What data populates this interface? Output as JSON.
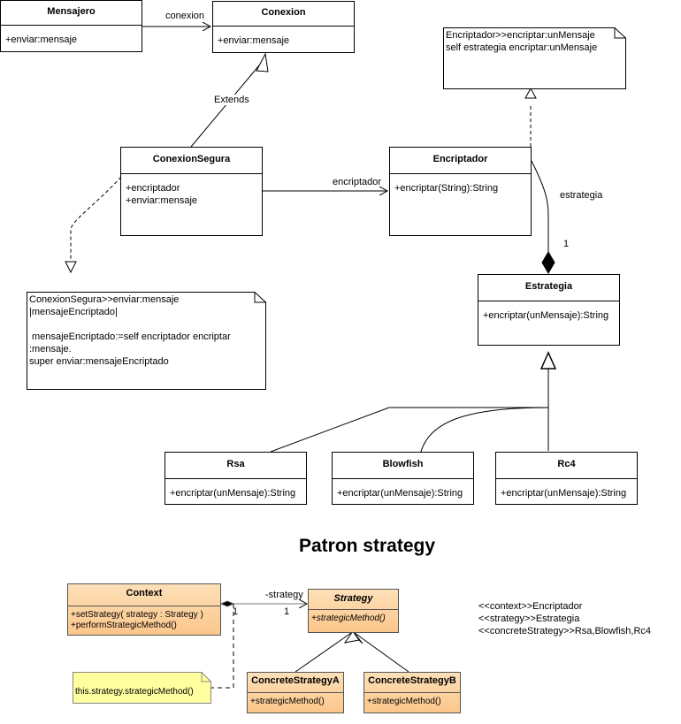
{
  "top_diagram": {
    "classes": {
      "mensajero": {
        "name": "Mensajero",
        "members": "+enviar:mensaje"
      },
      "conexion": {
        "name": "Conexion",
        "members": "+enviar:mensaje"
      },
      "conexion_segura": {
        "name": "ConexionSegura",
        "members": "+encriptador\n+enviar:mensaje"
      },
      "encriptador": {
        "name": "Encriptador",
        "members": "+encriptar(String):String"
      },
      "estrategia": {
        "name": "Estrategia",
        "members": "+encriptar(unMensaje):String"
      },
      "rsa": {
        "name": "Rsa",
        "members": "+encriptar(unMensaje):String"
      },
      "blowfish": {
        "name": "Blowfish",
        "members": "+encriptar(unMensaje):String"
      },
      "rc4": {
        "name": "Rc4",
        "members": "+encriptar(unMensaje):String"
      }
    },
    "notes": {
      "encriptador_note": "Encriptador>>encriptar:unMensaje\nself estrategia encriptar:unMensaje",
      "conexion_segura_note": "ConexionSegura>>enviar:mensaje\n|mensajeEncriptado|\n\n mensajeEncriptado:=self encriptador encriptar\n:mensaje.\nsuper enviar:mensajeEncriptado"
    },
    "labels": {
      "conexion": "conexion",
      "extends": "Extends",
      "encriptador": "encriptador",
      "estrategia": "estrategia",
      "multiplicity": "1"
    }
  },
  "title": "Patron strategy",
  "bottom_diagram": {
    "context": {
      "name": "Context",
      "members": "+setStrategy( strategy : Strategy )\n+performStrategicMethod()"
    },
    "strategy": {
      "name": "Strategy",
      "members": "+strategicMethod()"
    },
    "concrete_a": {
      "name": "ConcreteStrategyA",
      "members": "+strategicMethod()"
    },
    "concrete_b": {
      "name": "ConcreteStrategyB",
      "members": "+strategicMethod()"
    },
    "note": "this.strategy.strategicMethod()",
    "labels": {
      "role": "-strategy",
      "mult_left": "1",
      "mult_right": "1"
    }
  },
  "mapping": [
    "<<context>>Encriptador",
    "<<strategy>>Estrategia",
    "<<concreteStrategy>>Rsa,Blowfish,Rc4"
  ]
}
